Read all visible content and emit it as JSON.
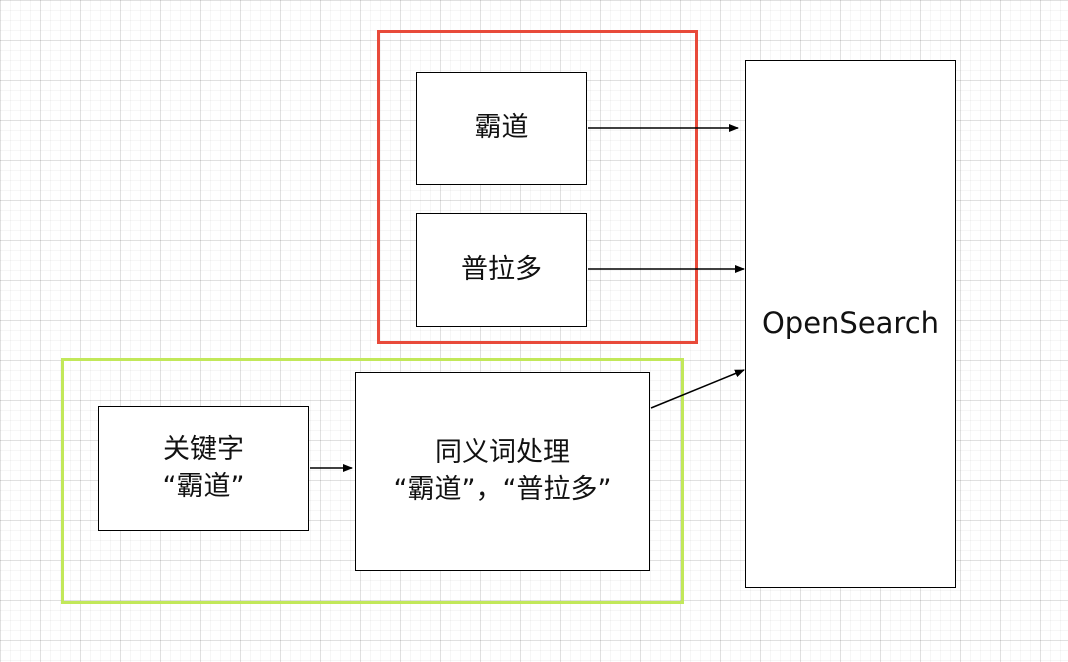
{
  "colors": {
    "red_group": "#e84a3a",
    "green_group": "#c2e85a",
    "stroke": "#000000",
    "background": "#ffffff"
  },
  "nodes": {
    "badao": "霸道",
    "pulado": "普拉多",
    "keyword": {
      "line1": "关键字",
      "line2": "“霸道”"
    },
    "synonym": {
      "line1": "同义词处理",
      "line2": "“霸道”，“普拉多”"
    },
    "opensearch": "OpenSearch"
  }
}
